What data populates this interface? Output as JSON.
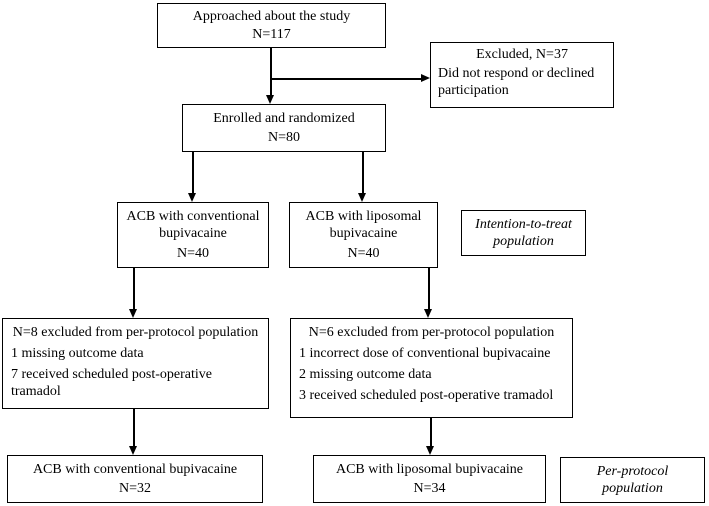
{
  "boxes": {
    "approached": {
      "text": "Approached about the study",
      "n": "N=117"
    },
    "excluded": {
      "title": "Excluded, N=37",
      "reason": "Did not respond or declined participation"
    },
    "enrolled": {
      "text": "Enrolled and randomized",
      "n": "N=80"
    },
    "acb_conventional_itt": {
      "text": "ACB with conventional bupivacaine",
      "n": "N=40"
    },
    "acb_liposomal_itt": {
      "text": "ACB with liposomal bupivacaine",
      "n": "N=40"
    },
    "itt_label": {
      "text": "Intention-to-treat\npopulation"
    },
    "pp_excluded_left": {
      "title": "N=8 excluded from per-protocol population",
      "items": [
        "1 missing outcome data",
        "7 received scheduled post-operative tramadol"
      ]
    },
    "pp_excluded_right": {
      "title": "N=6 excluded from per-protocol population",
      "items": [
        "1 incorrect dose of conventional bupivacaine",
        "2 missing outcome data",
        "3 received scheduled post-operative tramadol"
      ]
    },
    "acb_conventional_pp": {
      "text": "ACB with conventional bupivacaine",
      "n": "N=32"
    },
    "acb_liposomal_pp": {
      "text": "ACB with liposomal bupivacaine",
      "n": "N=34"
    },
    "pp_label": {
      "text": "Per-protocol\npopulation"
    }
  },
  "colors": {
    "border": "#000000",
    "background": "#ffffff",
    "text": "#000000"
  }
}
